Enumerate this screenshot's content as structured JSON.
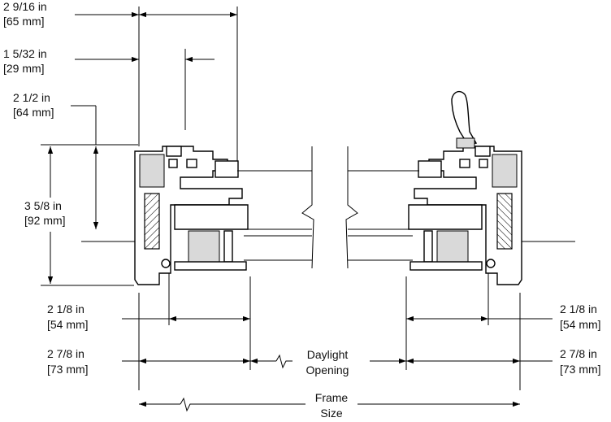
{
  "dimensions": {
    "top_width": {
      "imperial": "2 9/16 in",
      "metric": "[65 mm]"
    },
    "offset": {
      "imperial": "1 5/32 in",
      "metric": "[29 mm]"
    },
    "sightline": {
      "imperial": "2 1/2 in",
      "metric": "[64 mm]"
    },
    "frame_depth": {
      "imperial": "3 5/8 in",
      "metric": "[92 mm]"
    },
    "left_inner": {
      "imperial": "2 1/8 in",
      "metric": "[54 mm]"
    },
    "left_outer": {
      "imperial": "2 7/8 in",
      "metric": "[73 mm]"
    },
    "right_inner": {
      "imperial": "2 1/8 in",
      "metric": "[54 mm]"
    },
    "right_outer": {
      "imperial": "2 7/8 in",
      "metric": "[73 mm]"
    }
  },
  "labels": {
    "daylight_line1": "Daylight",
    "daylight_line2": "Opening",
    "frame_line1": "Frame",
    "frame_line2": "Size"
  },
  "colors": {
    "line": "#000000",
    "fill": "#d9d9d9",
    "text": "#111111"
  }
}
